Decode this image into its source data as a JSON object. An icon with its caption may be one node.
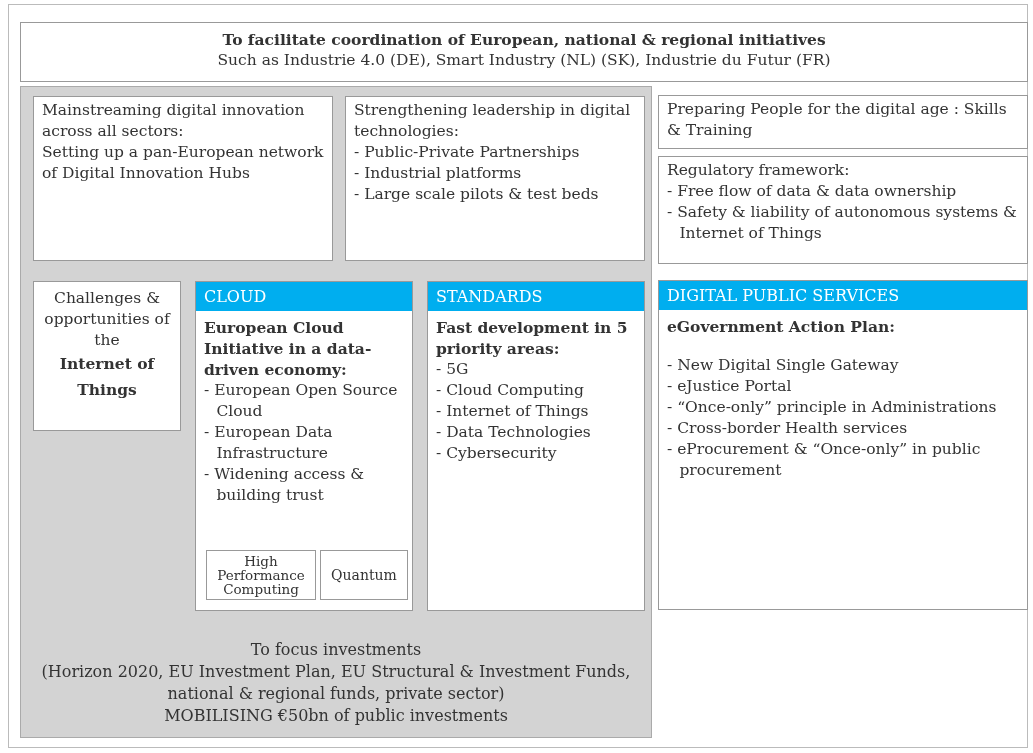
{
  "diagram": {
    "nodes": [
      {
        "text": [
          "To facilitate coordination of European, national & regional initiatives",
          "Such as Industrie 4.0 (DE), Smart Industry (NL) (SK), Industrie du Futur (FR)"
        ]
      },
      {
        "text": [
          "To focus investments",
          "(Horizon 2020, EU Investment Plan, EU Structural & Investment Funds, national & regional funds, private sector)",
          "MOBILISING €50bn of public investments"
        ]
      },
      {
        "text": [
          "Mainstreaming digital innovation across all sectors:",
          "Setting up a pan-European network of Digital Innovation Hubs"
        ],
        "in": 1
      },
      {
        "text": [
          "Strengthening leadership in digital technologies:",
          "- Public-Private Partnerships",
          "- Industrial platforms",
          "- Large scale pilots & test beds"
        ],
        "in": 1
      },
      {
        "text": [
          "Challenges & opportunities of the",
          "Internet of Things"
        ],
        "in": 1
      },
      {
        "text": [
          "CLOUD",
          "European Cloud Initiative in a data-driven economy:",
          "- European Open Source Cloud",
          "- European Data Infrastructure",
          "- Widening access & building trust"
        ],
        "in": 1
      },
      {
        "text": [
          "High Performance Computing"
        ],
        "in": 5
      },
      {
        "text": [
          "Quantum"
        ],
        "in": 5
      },
      {
        "text": [
          "STANDARDS",
          "Fast development in 5 priority areas:",
          "- 5G",
          "- Cloud Computing",
          "- Internet of Things",
          "- Data Technologies",
          "- Cybersecurity"
        ],
        "in": 1
      },
      {
        "text": [
          "Preparing People for the digital age : Skills & Training"
        ]
      },
      {
        "text": [
          "Regulatory framework:",
          "- Free flow of data & data ownership",
          "- Safety & liability of autonomous systems & Internet of Things"
        ]
      },
      {
        "text": [
          "DIGITAL PUBLIC SERVICES",
          "eGovernment Action Plan:",
          "- New Digital Single Gateway",
          "- eJustice Portal",
          "- “Once-only” principle in Administrations",
          "- Cross-border Health services",
          "- eProcurement & “Once-only” in public procurement"
        ]
      }
    ],
    "edges": []
  }
}
